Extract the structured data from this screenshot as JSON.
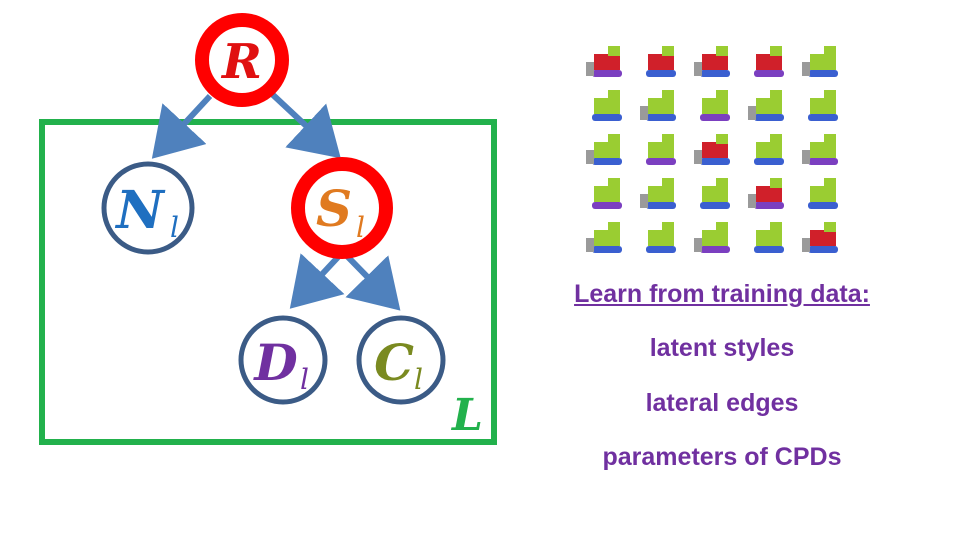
{
  "diagram": {
    "nodes": {
      "R": {
        "main": "R",
        "sub": ""
      },
      "N": {
        "main": "N",
        "sub": "l"
      },
      "S": {
        "main": "S",
        "sub": "l"
      },
      "D": {
        "main": "D",
        "sub": "l"
      },
      "C": {
        "main": "C",
        "sub": "l"
      }
    },
    "plate_label": "L",
    "colors": {
      "red": "#ff0000",
      "node_outline": "#3b5b86",
      "arrow": "#4f81bd",
      "plate": "#22b14c",
      "R_text": "#e01010",
      "N_text": "#1f6fc0",
      "S_text": "#e07a20",
      "D_text": "#7030a0",
      "C_text": "#7a8a20"
    }
  },
  "text": {
    "heading": "Learn from training data:",
    "item1": "latent styles",
    "item2": "lateral edges",
    "item3": "parameters of CPDs"
  },
  "image": {
    "description_icon": "construction-vehicles-thumbnails"
  }
}
